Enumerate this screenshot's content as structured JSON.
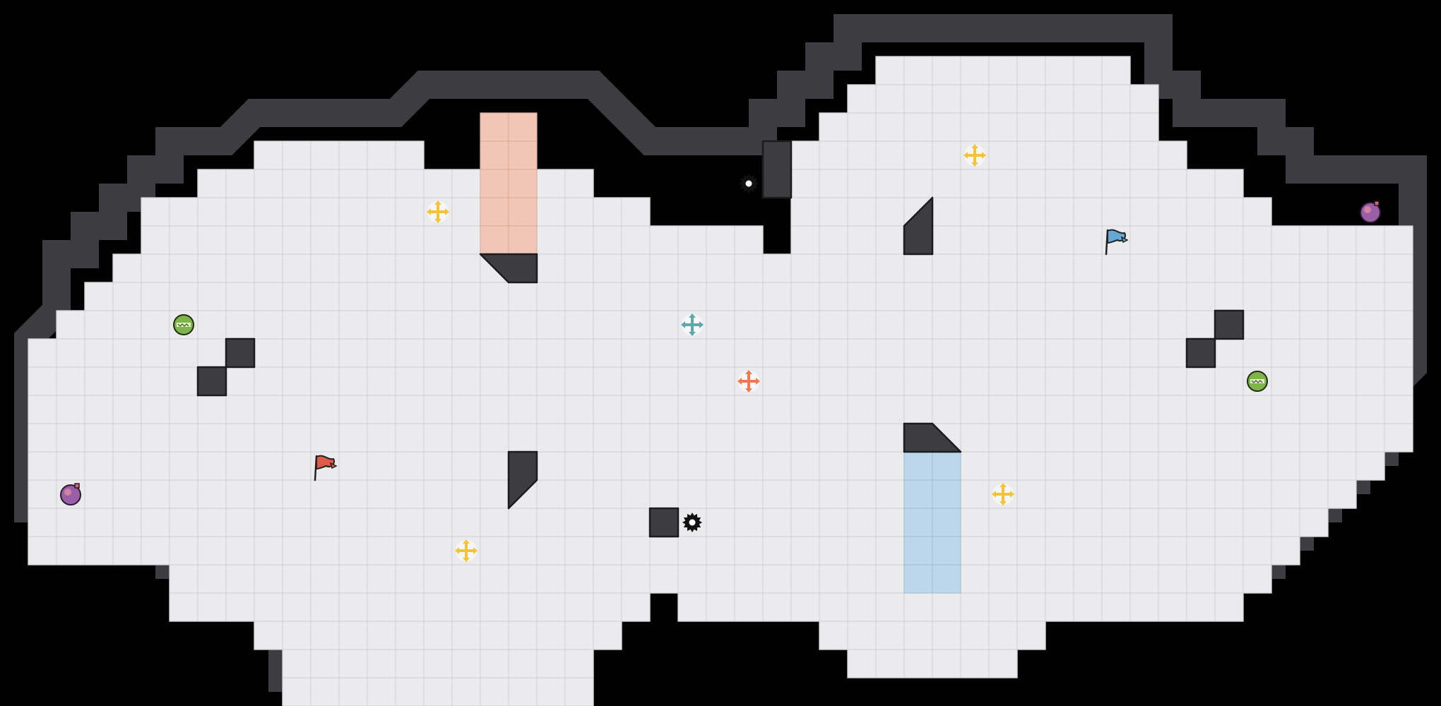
{
  "game": {
    "type": "capture-the-flag-arena",
    "grid": {
      "columns": 51,
      "rows": 25
    }
  },
  "colors": {
    "background": "#000000",
    "floor": "#ebebee",
    "grid_line": "#d4d4d8",
    "wall": "#3d3d41",
    "wall_edge": "#1c1c1f",
    "red_team": "#e05a4a",
    "red_zone": "#f1c6b6",
    "blue_team": "#66a8d4",
    "blue_zone": "#bcd6ea",
    "boost_yellow": "#f3c33a",
    "boost_orange": "#ef7a52",
    "boost_teal": "#5ea8ab",
    "spike": "#111111",
    "powerup_purple": "#9b5ea6",
    "powerup_green": "#7cb64a"
  },
  "entities": {
    "flags": [
      {
        "team": "red",
        "icon": "red-flag-icon",
        "col": 11,
        "row": 16
      },
      {
        "team": "blue",
        "icon": "blue-flag-icon",
        "col": 39,
        "row": 8
      }
    ],
    "team_zones": [
      {
        "team": "red",
        "col": 17,
        "row": 4,
        "width": 2,
        "height": 5
      },
      {
        "team": "blue",
        "col": 32,
        "row": 16,
        "width": 2,
        "height": 5
      }
    ],
    "boosts": [
      {
        "kind": "yellow",
        "icon": "boost-pad-icon",
        "col": 15,
        "row": 7
      },
      {
        "kind": "yellow",
        "icon": "boost-pad-icon",
        "col": 16,
        "row": 19
      },
      {
        "kind": "yellow",
        "icon": "boost-pad-icon",
        "col": 34,
        "row": 5
      },
      {
        "kind": "yellow",
        "icon": "boost-pad-icon",
        "col": 35,
        "row": 17
      },
      {
        "kind": "teal",
        "icon": "boost-pad-icon",
        "col": 24,
        "row": 11
      },
      {
        "kind": "orange",
        "icon": "boost-pad-icon",
        "col": 26,
        "row": 13
      }
    ],
    "spikes": [
      {
        "icon": "spike-icon",
        "col": 26,
        "row": 6
      },
      {
        "icon": "spike-icon",
        "col": 24,
        "row": 18
      }
    ],
    "powerups": [
      {
        "kind": "purple",
        "icon": "rolling-bomb-icon",
        "col": 2,
        "row": 17
      },
      {
        "kind": "purple",
        "icon": "rolling-bomb-icon",
        "col": 48,
        "row": 7
      },
      {
        "kind": "green",
        "icon": "tagpro-powerup-icon",
        "col": 6,
        "row": 11
      },
      {
        "kind": "green",
        "icon": "tagpro-powerup-icon",
        "col": 44,
        "row": 13
      }
    ]
  }
}
